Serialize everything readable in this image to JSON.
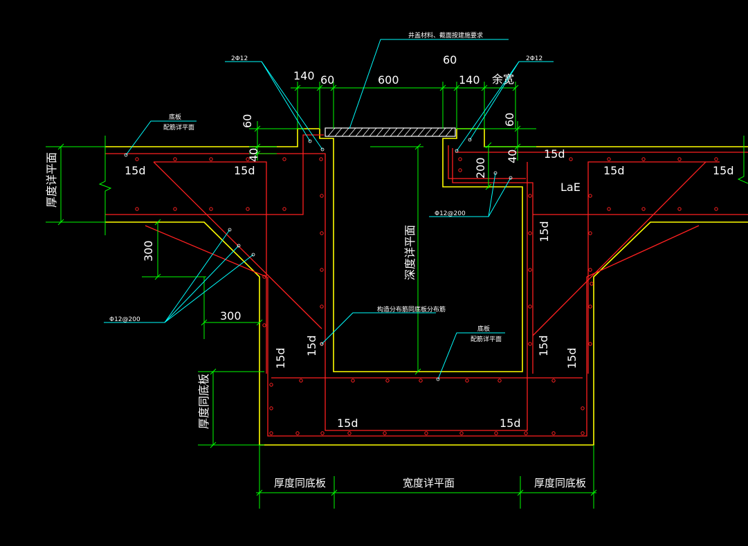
{
  "colors": {
    "background": "#000000",
    "concrete_outline": "#ffff00",
    "rebar": "#ff2020",
    "dimension": "#00ff00",
    "leader": "#00ffff",
    "text": "#ffffff",
    "cover_plate": "#ffffff"
  },
  "annotations": {
    "cover_note": "井盖材料、截面按建施要求",
    "rebar_2phi12_left": "2Φ12",
    "rebar_2phi12_right": "2Φ12",
    "slab_note_left_line1": "底板",
    "slab_note_left_line2": "配筋详平面",
    "stirrup_right": "Φ12@200",
    "stirrup_left": "Φ12@200",
    "distribution_note": "构造分布筋同底板分布筋",
    "slab_note_bottom_line1": "底板",
    "slab_note_bottom_line2": "配筋详平面",
    "depth_note": "深度详平面",
    "thickness_note": "厚度详平面",
    "thickness_same_slab_vertical": "厚度同底板",
    "anchorage": "LaE"
  },
  "dimensions": {
    "top_140_left": "140",
    "top_60_left": "60",
    "top_600": "600",
    "top_60_right": "60",
    "top_140_right": "140",
    "top_extra": "余宽",
    "vert_60_left": "60",
    "vert_40_left": "40",
    "vert_60_right": "60",
    "vert_40_right": "40",
    "vert_200": "200",
    "haunch_300_vertical": "300",
    "haunch_300_horizontal": "300",
    "bottom_left": "厚度同底板",
    "bottom_mid": "宽度详平面",
    "bottom_right": "厚度同底板"
  },
  "rebar_labels": {
    "slab_top_left_a": "15d",
    "slab_top_left_b": "15d",
    "slab_top_right_a": "15d",
    "slab_top_right_b": "15d",
    "slab_top_right_c": "15d",
    "wall_right_upper": "15d",
    "pit_left_inner": "15d",
    "pit_left_outer": "15d",
    "pit_right_inner": "15d",
    "pit_right_outer": "15d",
    "pit_bottom_left": "15d",
    "pit_bottom_right": "15d"
  }
}
